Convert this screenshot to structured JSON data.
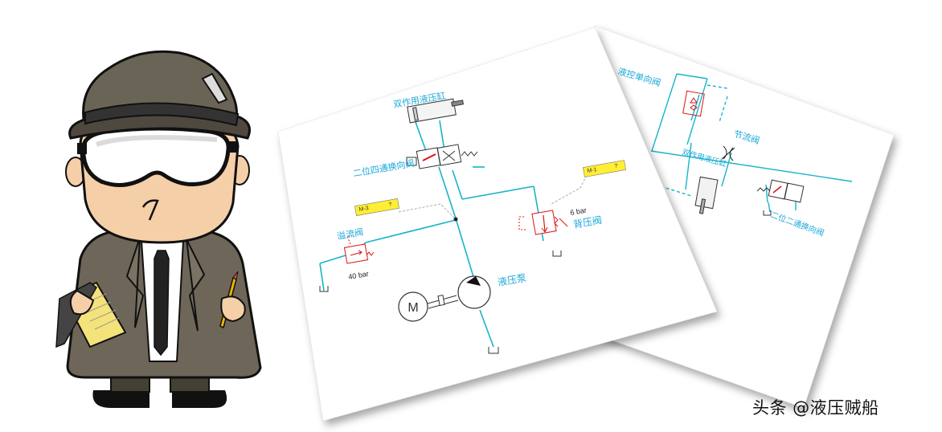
{
  "front_sheet": {
    "cylinder_label": "双作用液压缸",
    "valve_label": "二位四通换向阀",
    "relief_label": "溢流阀",
    "relief_pressure": "40 bar",
    "pump_label": "液压泵",
    "back_valve_label": "背压阀",
    "back_pressure": "6 bar",
    "gauge_tag_left": "M-3",
    "gauge_tag_right": "M-1",
    "gauge_tag_unknown": "?",
    "motor_symbol": "M"
  },
  "back_sheet": {
    "check_valve_label": "液控单向阀",
    "throttle_label": "节流阀",
    "cylinder_label": "双作用液压缸",
    "valve_label": "二位二通换向阀"
  },
  "watermark": "头条 @液压贼船",
  "colors": {
    "line_cyan": "#18b4c8",
    "text_blue": "#18a8d8",
    "component_red": "#e01010",
    "coat": "#6e6658",
    "tag_yellow": "#ffee33"
  }
}
